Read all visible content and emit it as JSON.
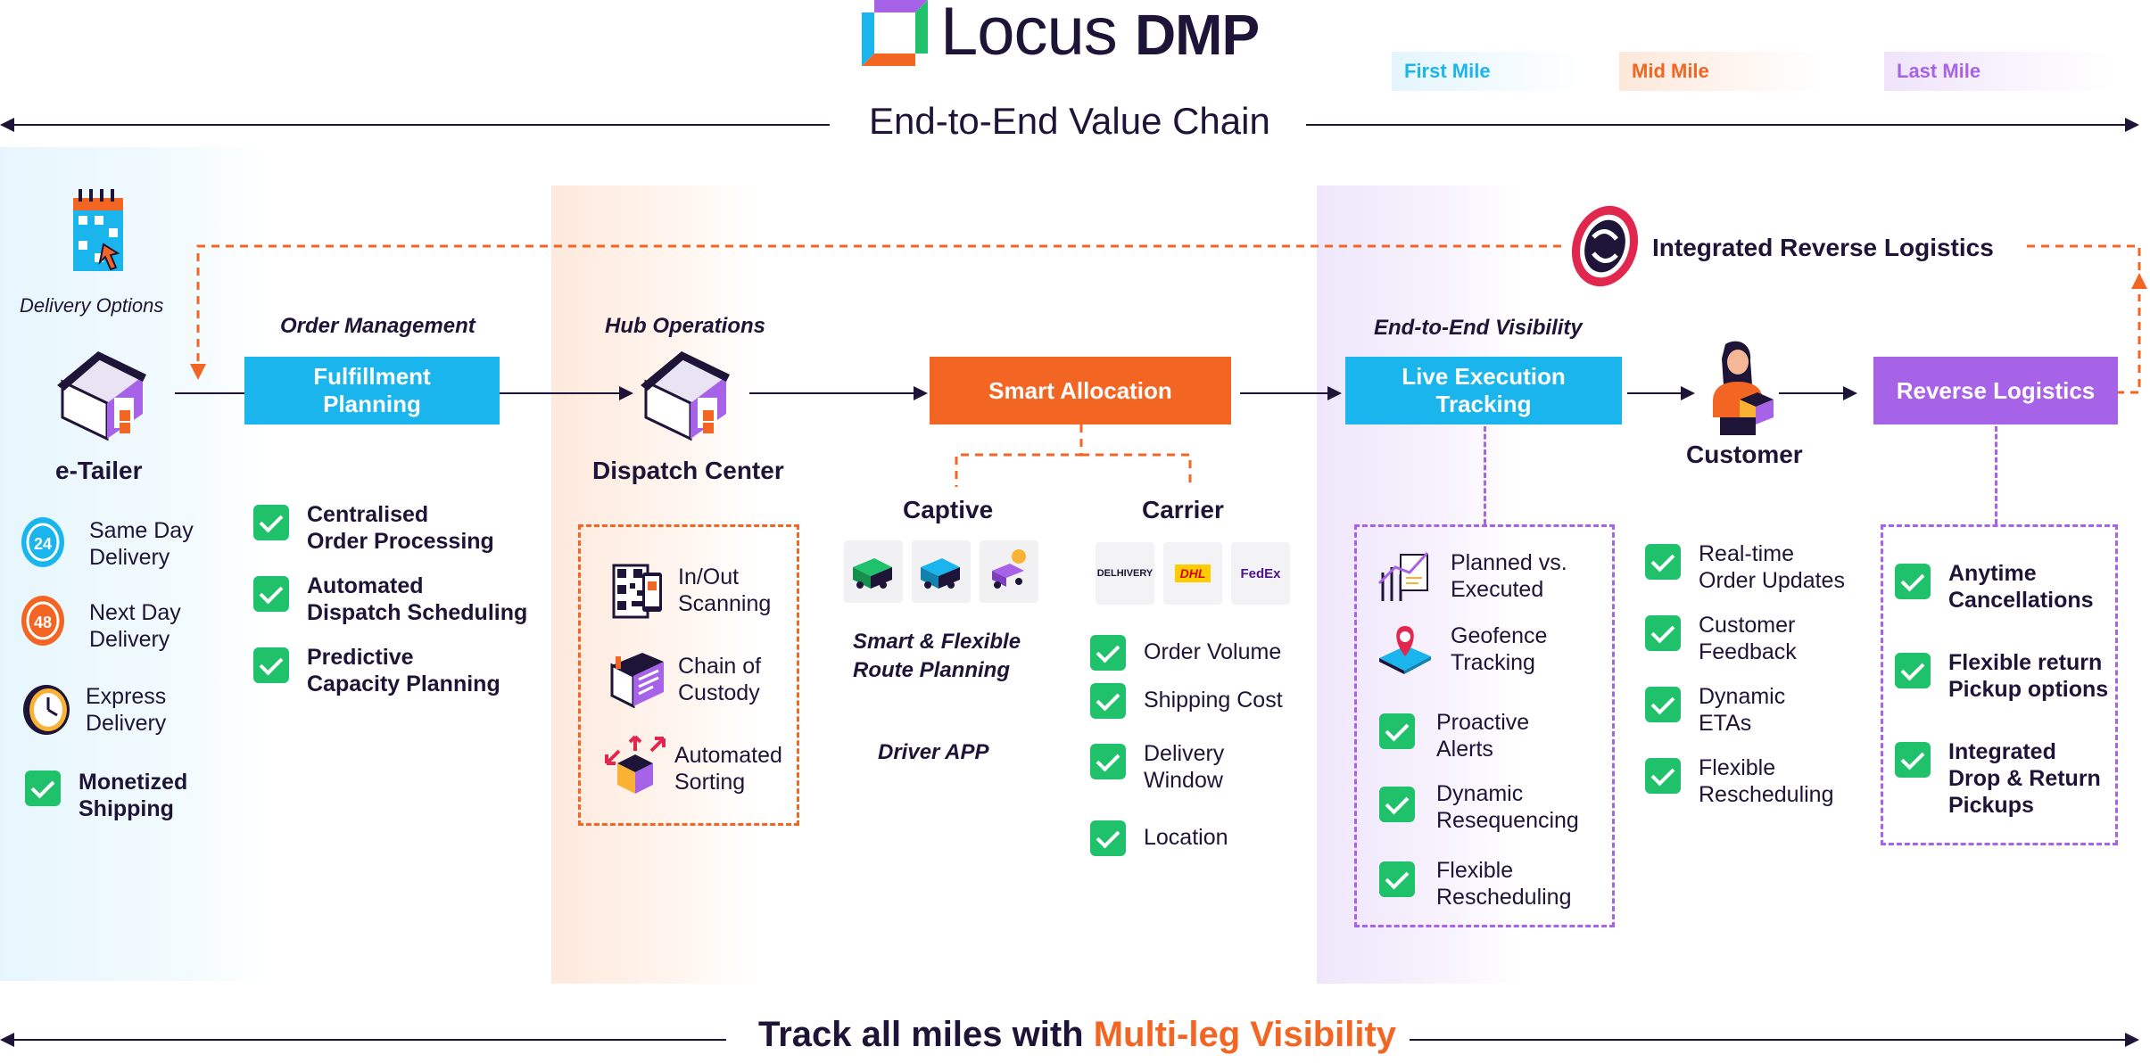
{
  "logo": {
    "word": "Locus",
    "suffix": "DMP"
  },
  "legend": [
    {
      "label": "First Mile",
      "color": "#1bb5ee"
    },
    {
      "label": "Mid Mile",
      "color": "#f26522"
    },
    {
      "label": "Last Mile",
      "color": "#a763e8"
    }
  ],
  "header_title": "End-to-End Value Chain",
  "footer": {
    "prefix": "Track all miles with",
    "highlight": "Multi-leg Visibility"
  },
  "reverse_banner": "Integrated Reverse Logistics",
  "etailer": {
    "caption": "Delivery Options",
    "title": "e-Tailer",
    "options": [
      {
        "label": "Same Day Delivery",
        "icon": "24-hour-icon",
        "line1": "Same Day",
        "line2": "Delivery",
        "badge": "24"
      },
      {
        "label": "Next Day Delivery",
        "icon": "48-hour-icon",
        "line1": "Next Day",
        "line2": "Delivery",
        "badge": "48"
      },
      {
        "label": "Express Delivery",
        "icon": "clock-icon",
        "line1": "Express",
        "line2": "Delivery"
      },
      {
        "label": "Monetized Shipping",
        "icon": "check-icon",
        "line1": "Monetized",
        "line2": "Shipping"
      }
    ]
  },
  "order_management": {
    "section": "Order Management",
    "box_line1": "Fulfillment",
    "box_line2": "Planning",
    "items": [
      {
        "line1": "Centralised",
        "line2": "Order Processing"
      },
      {
        "line1": "Automated",
        "line2": "Dispatch Scheduling"
      },
      {
        "line1": "Predictive",
        "line2": "Capacity Planning"
      }
    ]
  },
  "hub": {
    "section": "Hub Operations",
    "title": "Dispatch Center",
    "items": [
      {
        "line1": "In/Out",
        "line2": "Scanning",
        "icon": "qr-scan-icon"
      },
      {
        "line1": "Chain of",
        "line2": "Custody",
        "icon": "document-icon"
      },
      {
        "line1": "Automated",
        "line2": "Sorting",
        "icon": "sorting-box-icon"
      }
    ]
  },
  "allocation": {
    "box": "Smart Allocation",
    "captive": {
      "title": "Captive",
      "features_line1": "Smart & Flexible",
      "features_line2": "Route Planning",
      "app": "Driver APP"
    },
    "carrier": {
      "title": "Carrier",
      "logos": [
        "DELHIVERY",
        "DHL",
        "FedEx"
      ],
      "items": [
        {
          "line1": "Order Volume",
          "line2": ""
        },
        {
          "line1": "Shipping Cost",
          "line2": ""
        },
        {
          "line1": "Delivery",
          "line2": "Window"
        },
        {
          "line1": "Location",
          "line2": ""
        }
      ]
    }
  },
  "visibility": {
    "section": "End-to-End Visibility",
    "box_line1": "Live Execution",
    "box_line2": "Tracking",
    "icon_items": [
      {
        "line1": "Planned vs.",
        "line2": "Executed",
        "icon": "chart-icon"
      },
      {
        "line1": "Geofence",
        "line2": "Tracking",
        "icon": "map-pin-icon"
      }
    ],
    "items": [
      {
        "line1": "Proactive",
        "line2": "Alerts"
      },
      {
        "line1": "Dynamic",
        "line2": "Resequencing"
      },
      {
        "line1": "Flexible",
        "line2": "Rescheduling"
      }
    ]
  },
  "customer": {
    "title": "Customer",
    "items": [
      {
        "line1": "Real-time",
        "line2": "Order Updates"
      },
      {
        "line1": "Customer",
        "line2": "Feedback"
      },
      {
        "line1": "Dynamic",
        "line2": "ETAs"
      },
      {
        "line1": "Flexible",
        "line2": "Rescheduling"
      }
    ]
  },
  "reverse": {
    "box": "Reverse Logistics",
    "items": [
      {
        "line1": "Anytime",
        "line2": "Cancellations",
        "line3": ""
      },
      {
        "line1": "Flexible return",
        "line2": "Pickup options",
        "line3": ""
      },
      {
        "line1": "Integrated",
        "line2": "Drop & Return",
        "line3": "Pickups"
      }
    ]
  }
}
